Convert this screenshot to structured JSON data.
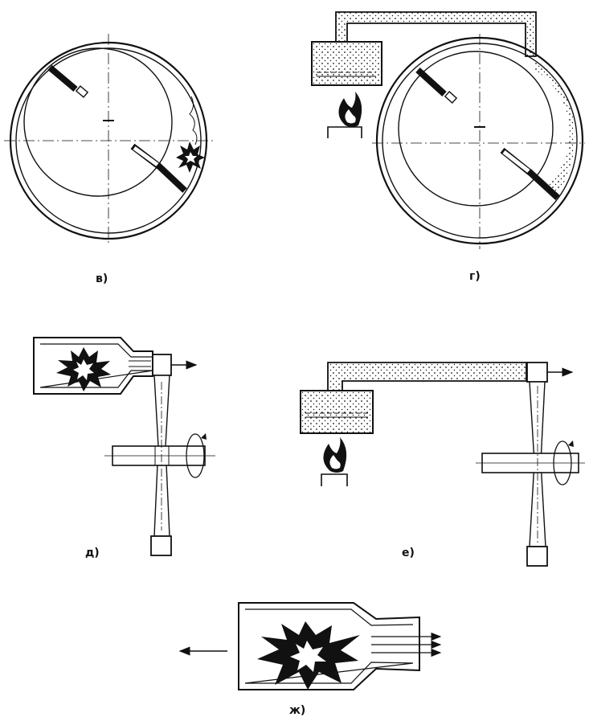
{
  "labels": {
    "v": "в)",
    "g": "г)",
    "d": "д)",
    "e": "е)",
    "zh": "ж)"
  },
  "colors": {
    "ink": "#111111",
    "paper": "#ffffff"
  }
}
